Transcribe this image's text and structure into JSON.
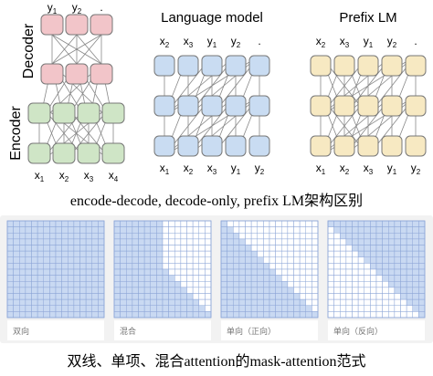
{
  "figure": {
    "caption_top": "encode-decode, decode-only, prefix LM架构区别",
    "caption_bottom": "双线、单项、混合attention的mask-attention范式"
  },
  "architectures": [
    {
      "title": "",
      "side_labels": [
        "Decoder",
        "Encoder"
      ],
      "top_tokens": [
        "y",
        "y",
        "."
      ],
      "top_subs": [
        "1",
        "2",
        ""
      ],
      "bottom_tokens": [
        "x",
        "x",
        "x",
        "x"
      ],
      "bottom_subs": [
        "1",
        "2",
        "3",
        "4"
      ],
      "colors": {
        "decoder": "#f2c5c9",
        "encoder": "#cfe5c6",
        "stroke": "#666666"
      }
    },
    {
      "title": "Language model",
      "top_tokens": [
        "x",
        "x",
        "y",
        "y",
        "."
      ],
      "top_subs": [
        "2",
        "3",
        "1",
        "2",
        ""
      ],
      "bottom_tokens": [
        "x",
        "x",
        "x",
        "y",
        "y"
      ],
      "bottom_subs": [
        "1",
        "2",
        "3",
        "1",
        "2"
      ],
      "colors": {
        "node": "#c9dcf2",
        "stroke": "#666666"
      }
    },
    {
      "title": "Prefix LM",
      "top_tokens": [
        "x",
        "x",
        "y",
        "y",
        "."
      ],
      "top_subs": [
        "2",
        "3",
        "1",
        "2",
        ""
      ],
      "bottom_tokens": [
        "x",
        "x",
        "x",
        "y",
        "y"
      ],
      "bottom_subs": [
        "1",
        "2",
        "3",
        "1",
        "2"
      ],
      "colors": {
        "node": "#f7e9c2",
        "stroke": "#666666"
      }
    }
  ],
  "masks": [
    {
      "label": "双向",
      "pattern": "full",
      "n": 16
    },
    {
      "label": "混合",
      "pattern": "prefix",
      "prefix": 8,
      "n": 16
    },
    {
      "label": "单向（正向）",
      "pattern": "causal",
      "n": 16
    },
    {
      "label": "单向（反向）",
      "pattern": "anticausal",
      "n": 16
    }
  ],
  "mask_colors": {
    "on": "#c9d9f2",
    "off": "#ffffff",
    "grid": "#8aa4d6"
  }
}
